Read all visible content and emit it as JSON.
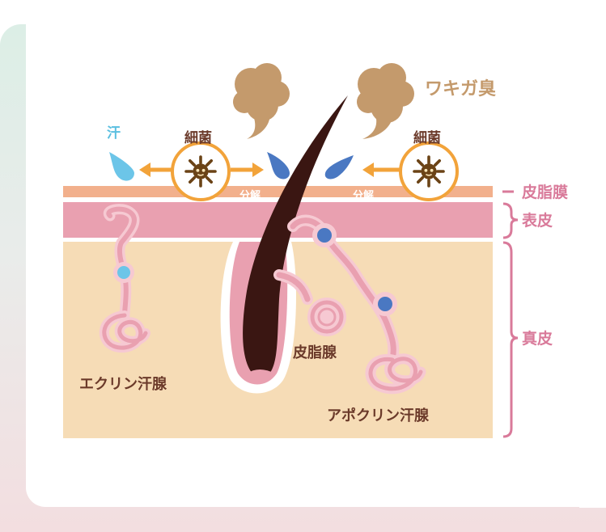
{
  "labels": {
    "odor": "ワキガ臭",
    "sweat": "汗",
    "bacteria_left": "細菌",
    "bacteria_right": "細菌",
    "decompose_left": "分解",
    "decompose_right": "分解",
    "sebum_film": "皮脂膜",
    "epidermis": "表皮",
    "dermis": "真皮",
    "sebaceous_gland": "皮脂腺",
    "eccrine_gland": "エクリン汗腺",
    "apocrine_gland": "アポクリン汗腺"
  },
  "colors": {
    "odor_text": "#c49a6c",
    "sweat_text": "#5bbfe0",
    "label_brown": "#6b3a2a",
    "layer_label_pink": "#d97a9a",
    "bacteria_orange": "#f2a33a",
    "bacteria_dark": "#6b4316",
    "hair": "#3a1612",
    "epidermis": "#e9a0b0",
    "dermis": "#f6dcb6",
    "sebum": "#f2b08c",
    "odor_cloud": "#c49a6c",
    "sweat_drop_light": "#6cc5e8",
    "sweat_drop_blue": "#4a78c2"
  }
}
